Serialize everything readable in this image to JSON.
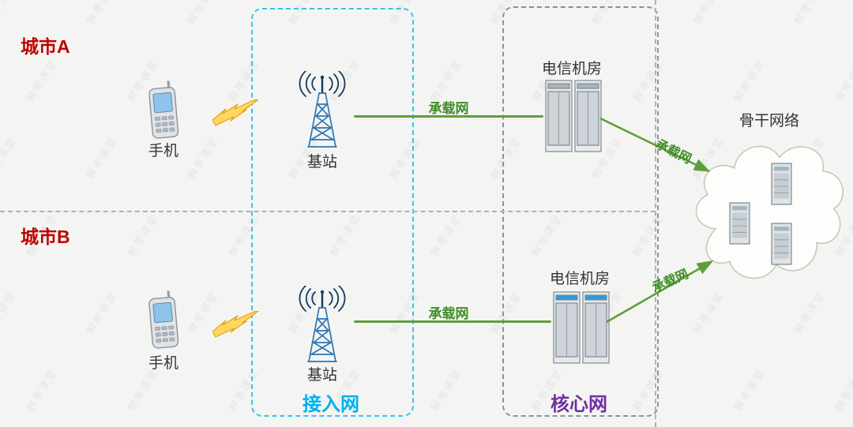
{
  "colors": {
    "city_label": "#c00000",
    "bearer_green": "#5f9e3e",
    "access_cyan": "#00b0f0",
    "core_purple": "#7030a0"
  },
  "watermark": {
    "text": "鲜枣课堂"
  },
  "zones": {
    "access": {
      "label": "接入网"
    },
    "core": {
      "label": "核心网"
    }
  },
  "backbone": {
    "label": "骨干网络"
  },
  "cities": [
    {
      "name": "城市A",
      "phone_label": "手机",
      "station_label": "基站",
      "room_label": "电信机房",
      "bearer_label": "承载网",
      "backbone_bearer_label": "承载网"
    },
    {
      "name": "城市B",
      "phone_label": "手机",
      "station_label": "基站",
      "room_label": "电信机房",
      "bearer_label": "承载网",
      "backbone_bearer_label": "承载网"
    }
  ]
}
